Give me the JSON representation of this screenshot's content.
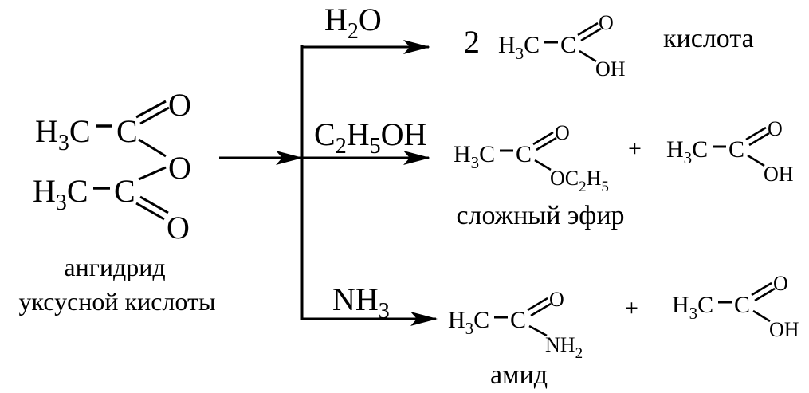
{
  "reactant": {
    "methyl": "H",
    "methyl_sub": "3",
    "methyl_c": "C",
    "carbonyl_c": "C",
    "oxygen": "O",
    "name_line1": "ангидрид",
    "name_line2": "уксусной кислоты"
  },
  "reagents": {
    "water": {
      "a": "H",
      "sub": "2",
      "b": "O"
    },
    "ethanol": {
      "a": "C",
      "sub1": "2",
      "b": "H",
      "sub2": "5",
      "c": "OH"
    },
    "ammonia": {
      "a": "NH",
      "sub": "3"
    }
  },
  "products": {
    "coefficient": "2",
    "acid_oh": "OH",
    "ester_group": "OC",
    "ester_sub1": "2",
    "ester_h": "H",
    "ester_sub2": "5",
    "amide_group": "NH",
    "amide_sub": "2",
    "plus": "+"
  },
  "labels": {
    "acid": "кислота",
    "ester": "сложный эфир",
    "amide": "амид"
  }
}
